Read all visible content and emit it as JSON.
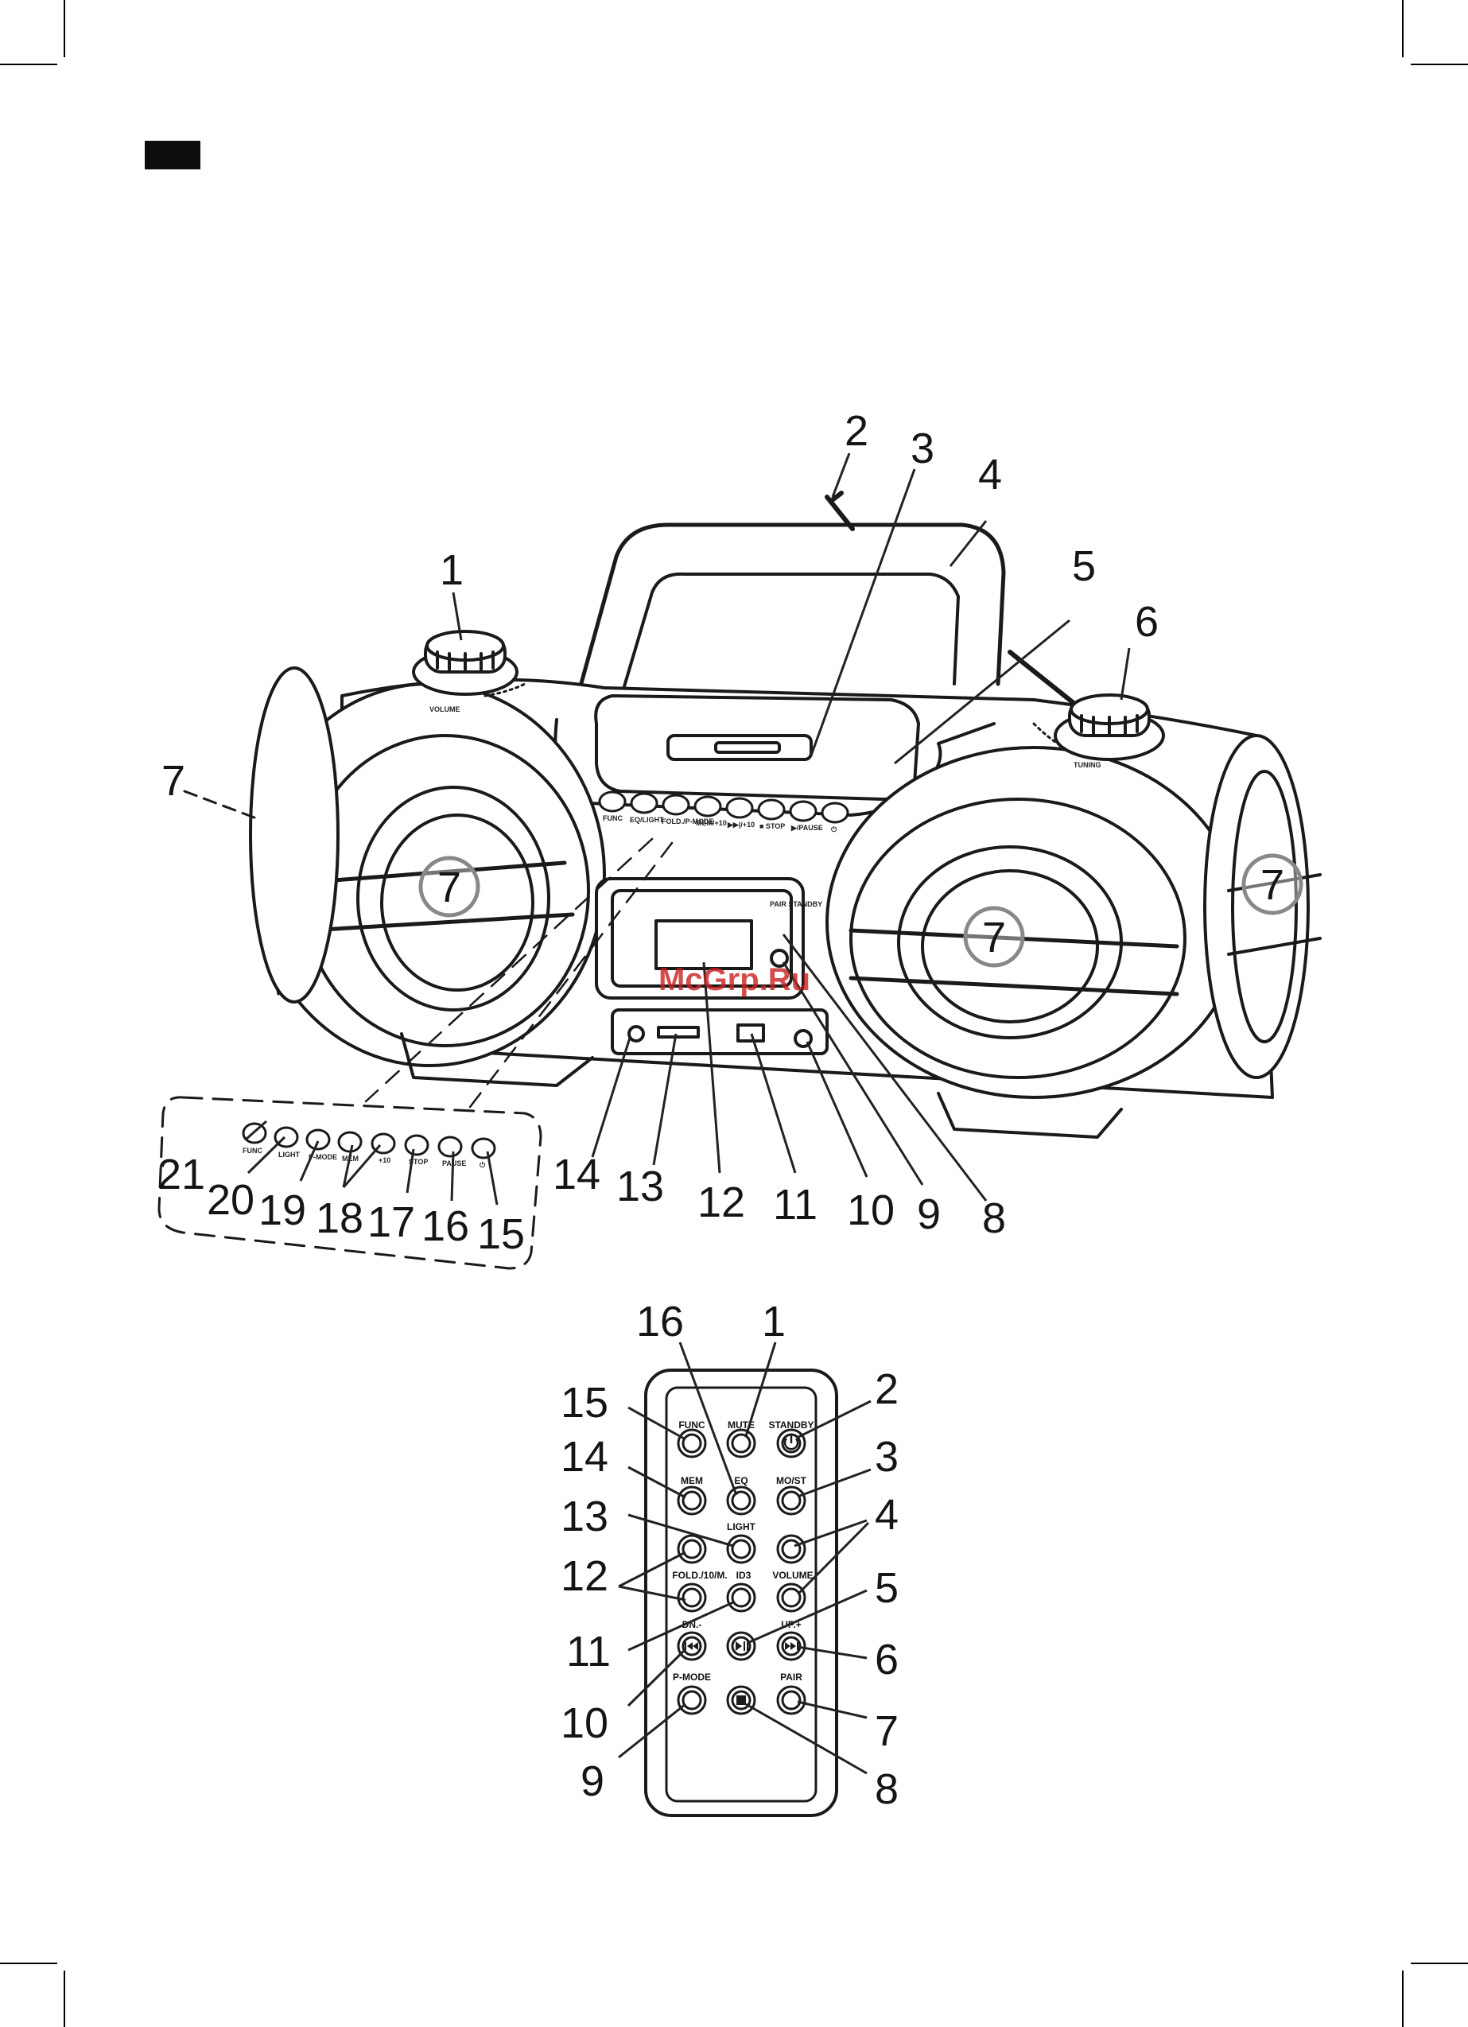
{
  "watermark": "McGrp.Ru",
  "boombox": {
    "callouts": [
      "1",
      "2",
      "3",
      "4",
      "5",
      "6",
      "7",
      "8",
      "9",
      "10",
      "11",
      "12",
      "13",
      "14",
      "15",
      "16",
      "17",
      "18",
      "19",
      "20",
      "21"
    ],
    "speaker_marker": "7",
    "button_labels": [
      "FUNC",
      "EQ/LIGHT",
      "FOLD./P-MODE",
      "MEM/+10",
      "▶▶|/+10",
      "■ STOP",
      "▶/PAUSE",
      "⏻"
    ],
    "knob_labels": {
      "volume": "VOLUME",
      "tuning": "TUNING"
    },
    "pair_label": "PAIR STANDBY",
    "inset_labels": [
      "FUNC",
      "LIGHT",
      "P-MODE",
      "MEM",
      "+10",
      "STOP",
      "PAUSE",
      "⏻"
    ]
  },
  "remote": {
    "callouts": [
      "1",
      "2",
      "3",
      "4",
      "5",
      "6",
      "7",
      "8",
      "9",
      "10",
      "11",
      "12",
      "13",
      "14",
      "15",
      "16"
    ],
    "labels": {
      "func": "FUNC",
      "mute": "MUTE",
      "standby": "STANDBY",
      "mem": "MEM",
      "eq": "EQ",
      "most": "MO/ST",
      "light": "LIGHT",
      "fold": "FOLD./10/M.",
      "volume": "VOLUME",
      "id3": "ID3",
      "pmode": "P-MODE",
      "pair": "PAIR",
      "dn": "DN.-",
      "up": "UP.+"
    },
    "icons": {
      "standby": "power-icon",
      "prev": "skip-back-icon",
      "playpause": "play-pause-icon",
      "next": "skip-forward-icon",
      "stop": "stop-icon"
    }
  }
}
